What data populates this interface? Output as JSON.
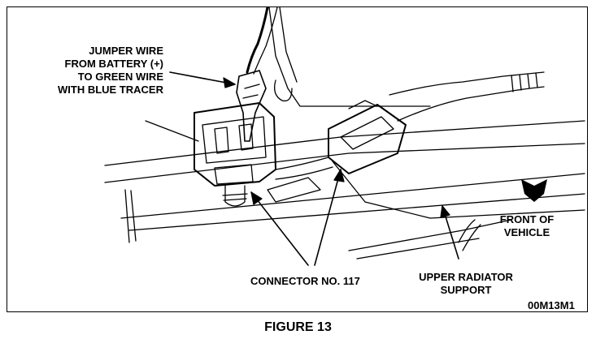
{
  "labels": {
    "jumper_lines": [
      "JUMPER WIRE",
      "FROM BATTERY (+)",
      "TO GREEN WIRE",
      "WITH BLUE TRACER"
    ],
    "front_lines": [
      "FRONT OF",
      "VEHICLE"
    ],
    "connector": "CONNECTOR NO. 117",
    "support_lines": [
      "UPPER RADIATOR",
      "SUPPORT"
    ],
    "figure_code": "00M13M1"
  },
  "caption": "FIGURE 13",
  "colors": {
    "ink": "#000000",
    "paper": "#ffffff"
  }
}
